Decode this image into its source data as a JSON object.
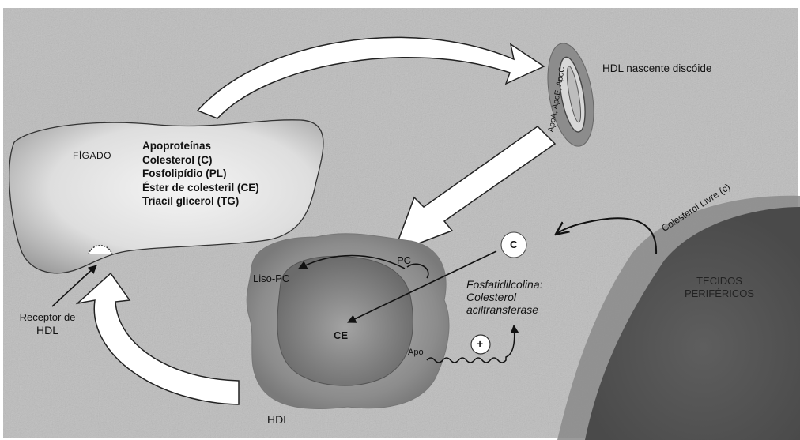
{
  "labels": {
    "liver": "FÍGADO",
    "hdl_nascent": "HDL nascente discóide",
    "apo_ring": "ApoA, ApoE, ApoC",
    "peripheral_line1": "TECIDOS",
    "peripheral_line2": "PERIFÉRICOS",
    "free_cholesterol": "Colesterol Livre (c)",
    "receptor_line1": "Receptor de",
    "receptor_line2": "HDL",
    "hdl": "HDL",
    "ce": "CE",
    "pc": "PC",
    "liso_pc": "Liso-PC",
    "apo": "Apo",
    "c_circle": "C",
    "plus": "+",
    "lcat_line1": "Fosfatidilcolina:",
    "lcat_line2": "Colesterol",
    "lcat_line3": "aciltransferase"
  },
  "liver_contents": [
    "Apoproteínas",
    "Colesterol (C)",
    "Fosfolipídio (PL)",
    "Éster de colesteril (CE)",
    "Triacil glicerol (TG)"
  ]
}
